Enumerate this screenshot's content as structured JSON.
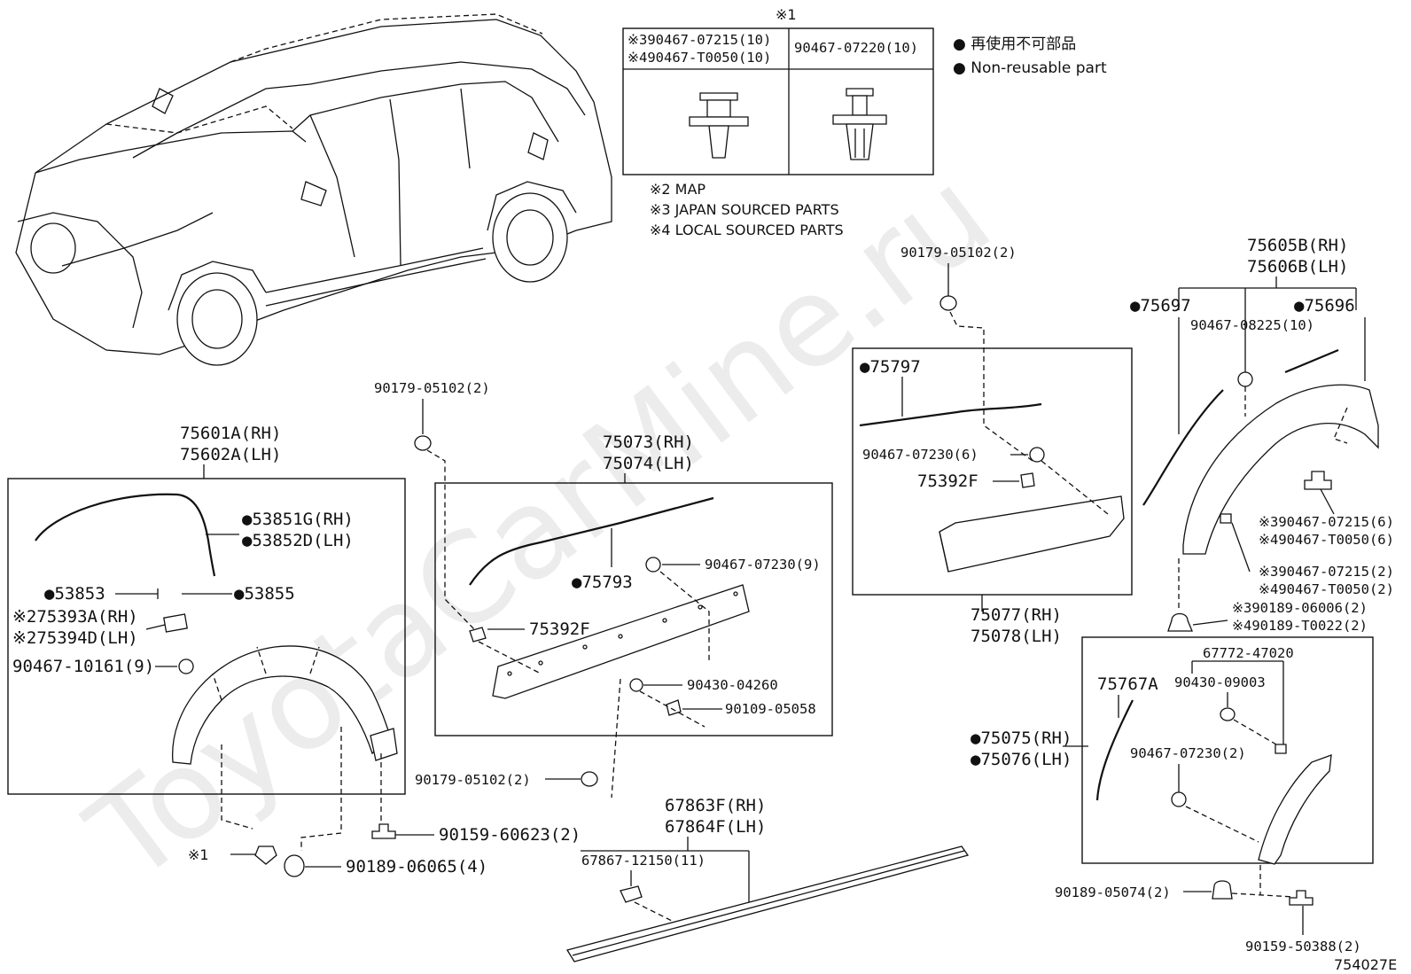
{
  "watermark": "ToyotaCarMine.ru",
  "figure_code": "754027E",
  "legend": {
    "jp": "● 再使用不可部品",
    "en": "● Non-reusable part"
  },
  "clip_table": {
    "title": "※1",
    "col1_line1": "※390467-07215(10)",
    "col1_line2": "※490467-T0050(10)",
    "col2": "90467-07220(10)"
  },
  "notes": [
    "※2 MAP",
    "※3 JAPAN SOURCED PARTS",
    "※4 LOCAL SOURCED PARTS"
  ],
  "left_group": {
    "title_rh": "75601A(RH)",
    "title_lh": "75602A(LH)",
    "parts": {
      "p53851G": "●53851G(RH)",
      "p53852D": "●53852D(LH)",
      "p53853": "●53853",
      "p53855": "●53855",
      "p75393A": "※275393A(RH)",
      "p75394D": "※275394D(LH)",
      "p90467_10161": "90467-10161(9)",
      "p90179_top": "90179-05102(2)",
      "p90159_60623": "90159-60623(2)",
      "p90189_06065": "90189-06065(4)",
      "p_ref1": "※1"
    }
  },
  "mid_group": {
    "title_rh": "75073(RH)",
    "title_lh": "75074(LH)",
    "parts": {
      "p75793": "●75793",
      "p90467_07230": "90467-07230(9)",
      "p75392F": "75392F",
      "p90430_04260": "90430-04260",
      "p90109_05058": "90109-05058",
      "p90179_bottom": "90179-05102(2)"
    }
  },
  "sill_group": {
    "title_rh": "67863F(RH)",
    "title_lh": "67864F(LH)",
    "clip": "67867-12150(11)"
  },
  "door_group": {
    "top_clip": "90179-05102(2)",
    "p75797": "●75797",
    "p90467_07230": "90467-07230(6)",
    "p75392F": "75392F",
    "title_rh": "75077(RH)",
    "title_lh": "75078(LH)"
  },
  "rear_group": {
    "title_rh": "75605B(RH)",
    "title_lh": "75606B(LH)",
    "p75697": "●75697",
    "p75696": "●75696",
    "p90467_08225": "90467-08225(10)",
    "p90467_07215_6": "※390467-07215(6)",
    "p90467_T0050_6": "※490467-T0050(6)",
    "p90467_07215_2": "※390467-07215(2)",
    "p90467_T0050_2": "※490467-T0050(2)",
    "p90189_06006": "※390189-06006(2)",
    "p90189_T0022": "※490189-T0022(2)"
  },
  "rear_box": {
    "p67772": "67772-47020",
    "p90430_09003": "90430-09003",
    "p75767A": "75767A",
    "p90467_07230": "90467-07230(2)",
    "p75075": "●75075(RH)",
    "p75076": "●75076(LH)",
    "p90189_05074": "90189-05074(2)",
    "p90159_50388": "90159-50388(2)"
  }
}
